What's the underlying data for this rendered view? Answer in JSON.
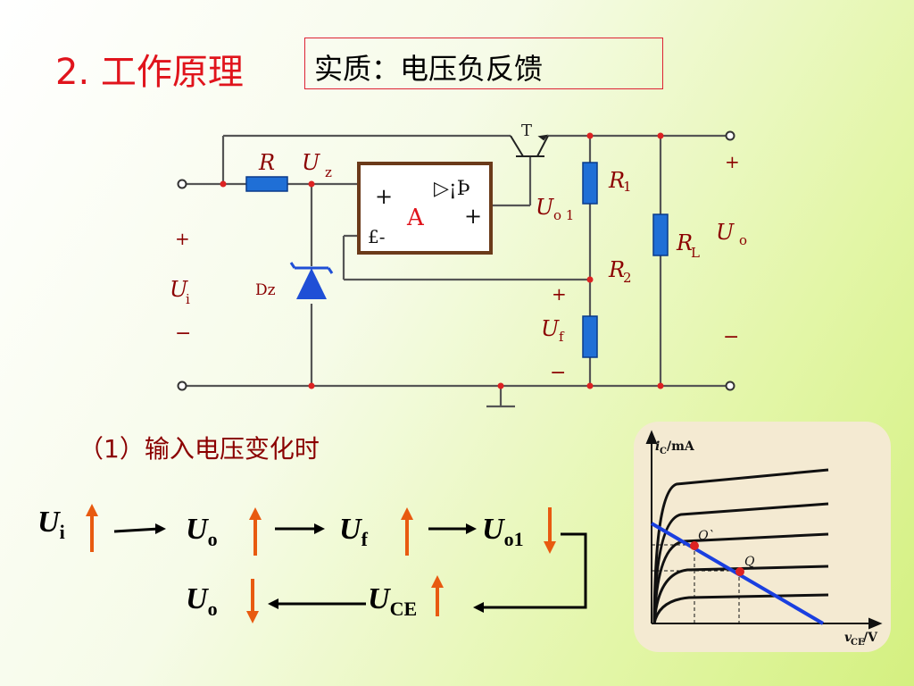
{
  "header": {
    "title": "2. 工作原理",
    "essence": "实质：电压负反馈"
  },
  "circuit": {
    "label_R": "R",
    "label_Uz": "U",
    "label_Uz_sub": "z",
    "label_T": "T",
    "label_R1": "R",
    "label_R1_sub": "1",
    "label_RL": "R",
    "label_RL_sub": "L",
    "label_R2": "R",
    "label_R2_sub": "2",
    "label_Uo": "U",
    "label_Uo_sub": "o",
    "label_Uo1": "U",
    "label_Uo1_sub": "o 1",
    "label_Uf": "U",
    "label_Uf_sub": "f",
    "label_Ui": "U",
    "label_Ui_sub": "i",
    "label_Dz": "Dz",
    "label_A": "A",
    "opamp_tri": "▷¡Þ",
    "opamp_plus_in": "+",
    "opamp_plus_out": "+",
    "opamp_minus_in": "£-",
    "plus": "+",
    "minus": "−"
  },
  "section": {
    "input_case": "（1）输入电压变化时"
  },
  "chain": {
    "row1": [
      {
        "sym": "U",
        "sub": "i",
        "dir": "up"
      },
      {
        "sym": "U",
        "sub": "o",
        "dir": "up"
      },
      {
        "sym": "U",
        "sub": "f",
        "dir": "up"
      },
      {
        "sym": "U",
        "sub": "o1",
        "dir": "down"
      }
    ],
    "row2": [
      {
        "sym": "U",
        "sub": "o",
        "dir": "down"
      },
      {
        "sym": "U",
        "sub": "CE",
        "dir": "up"
      }
    ]
  },
  "graph": {
    "ylabel": "i",
    "ylabel_sub": "C",
    "ylabel_unit": "/mA",
    "xlabel": "v",
    "xlabel_sub": "CE",
    "xlabel_unit": "/V",
    "point_q": "Q",
    "point_q_prime": "Q`"
  },
  "colors": {
    "title": "#e0141c",
    "arrow_red": "#e85a10",
    "component_blue": "#1f6fd6",
    "wire_gray": "#555555",
    "node_red": "#dd2222",
    "load_line_blue": "#1a3fe0"
  }
}
